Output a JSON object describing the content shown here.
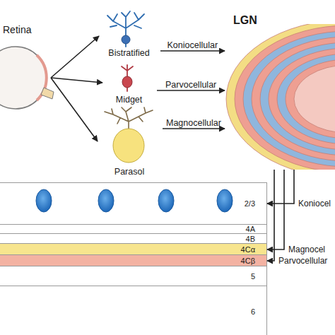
{
  "diagram": {
    "nodes": [
      {
        "text": [
          "Retina"
        ]
      },
      {
        "text": [
          "Bistratified"
        ]
      },
      {
        "text": [
          "Midget"
        ]
      },
      {
        "text": [
          "Parasol"
        ]
      },
      {
        "text": [
          "LGN"
        ]
      },
      {
        "text": [
          "2/3"
        ]
      },
      {
        "text": [
          "4A"
        ]
      },
      {
        "text": [
          "4B"
        ]
      },
      {
        "text": [
          "4Cα"
        ]
      },
      {
        "text": [
          "4Cβ"
        ]
      },
      {
        "text": [
          "5"
        ]
      },
      {
        "text": [
          "6"
        ]
      }
    ],
    "edges": [
      {
        "from": 0,
        "to": 1,
        "arrow": "to"
      },
      {
        "from": 0,
        "to": 2,
        "arrow": "to"
      },
      {
        "from": 0,
        "to": 3,
        "arrow": "to"
      },
      {
        "from": 1,
        "to": 4,
        "label": "Koniocellular",
        "arrow": "to"
      },
      {
        "from": 2,
        "to": 4,
        "label": "Parvocellular",
        "arrow": "to"
      },
      {
        "from": 3,
        "to": 4,
        "label": "Magnocellular",
        "arrow": "to"
      },
      {
        "from": 4,
        "to": 5,
        "label": "Koniocel",
        "arrow": "to"
      },
      {
        "from": 4,
        "to": 8,
        "label": "Magnocel",
        "arrow": "to"
      },
      {
        "from": 4,
        "to": 9,
        "label": "Parvocellular",
        "arrow": "to"
      }
    ]
  }
}
